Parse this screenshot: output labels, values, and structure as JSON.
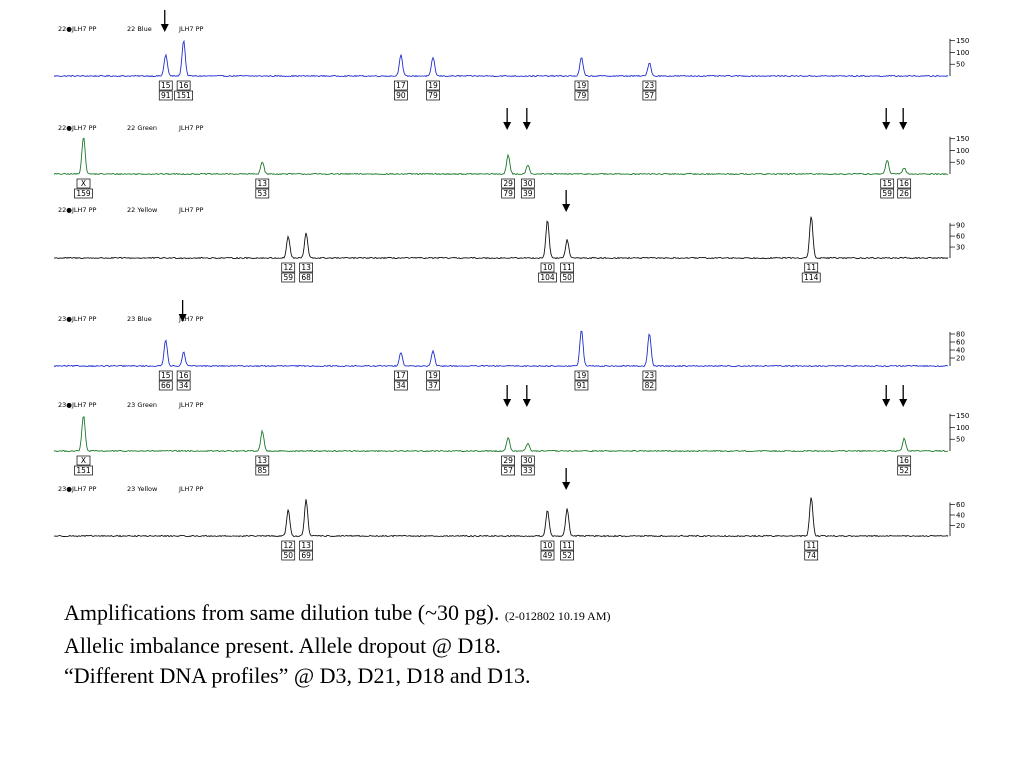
{
  "chart_data": [
    {
      "type": "line",
      "channel": "blue",
      "color": "#1f2fd0",
      "header": [
        "22●JLH7 PP",
        "22 Blue",
        "JLH7 PP"
      ],
      "y_ticks": [
        150,
        100,
        50
      ],
      "ylim": [
        0,
        170
      ],
      "x_range": [
        0,
        1000
      ],
      "peaks": [
        {
          "x": 125,
          "h": 91,
          "allele": "15",
          "size": "91",
          "arrow": true
        },
        {
          "x": 145,
          "h": 151,
          "allele": "16",
          "size": "151",
          "arrow": false
        },
        {
          "x": 388,
          "h": 90,
          "allele": "17",
          "size": "90",
          "arrow": false
        },
        {
          "x": 424,
          "h": 79,
          "allele": "19",
          "size": "79",
          "arrow": false
        },
        {
          "x": 590,
          "h": 79,
          "allele": "19",
          "size": "79",
          "arrow": false
        },
        {
          "x": 666,
          "h": 57,
          "allele": "23",
          "size": "57",
          "arrow": false
        }
      ]
    },
    {
      "type": "line",
      "channel": "green",
      "color": "#1a7a2a",
      "header": [
        "22●JLH7 PP",
        "22 Green",
        "JLH7 PP"
      ],
      "y_ticks": [
        150,
        100,
        50
      ],
      "ylim": [
        0,
        170
      ],
      "x_range": [
        0,
        1000
      ],
      "peaks": [
        {
          "x": 33,
          "h": 159,
          "allele": "X",
          "size": "159",
          "arrow": false
        },
        {
          "x": 233,
          "h": 53,
          "allele": "13",
          "size": "53",
          "arrow": false
        },
        {
          "x": 508,
          "h": 79,
          "allele": "29",
          "size": "79",
          "arrow": true
        },
        {
          "x": 530,
          "h": 39,
          "allele": "30",
          "size": "39",
          "arrow": true
        },
        {
          "x": 932,
          "h": 59,
          "allele": "15",
          "size": "59",
          "arrow": true
        },
        {
          "x": 951,
          "h": 26,
          "allele": "16",
          "size": "26",
          "arrow": true
        }
      ]
    },
    {
      "type": "line",
      "channel": "yellow",
      "color": "#111111",
      "header": [
        "22●JLH7 PP",
        "22 Yellow",
        "JLH7 PP"
      ],
      "y_ticks": [
        90,
        60,
        30
      ],
      "ylim": [
        0,
        115
      ],
      "x_range": [
        0,
        1000
      ],
      "peaks": [
        {
          "x": 262,
          "h": 59,
          "allele": "12",
          "size": "59",
          "arrow": false
        },
        {
          "x": 282,
          "h": 68,
          "allele": "13",
          "size": "68",
          "arrow": false
        },
        {
          "x": 552,
          "h": 104,
          "allele": "10",
          "size": "104",
          "arrow": false
        },
        {
          "x": 574,
          "h": 50,
          "allele": "11",
          "size": "50",
          "arrow": true
        },
        {
          "x": 847,
          "h": 114,
          "allele": "11",
          "size": "114",
          "arrow": false
        }
      ]
    },
    {
      "type": "line",
      "channel": "blue",
      "color": "#1f2fd0",
      "header": [
        "23●JLH7 PP",
        "23 Blue",
        "JLH7 PP"
      ],
      "y_ticks": [
        80,
        60,
        40,
        20
      ],
      "ylim": [
        0,
        100
      ],
      "x_range": [
        0,
        1000
      ],
      "peaks": [
        {
          "x": 125,
          "h": 66,
          "allele": "15",
          "size": "66",
          "arrow": false
        },
        {
          "x": 145,
          "h": 34,
          "allele": "16",
          "size": "34",
          "arrow": true
        },
        {
          "x": 388,
          "h": 34,
          "allele": "17",
          "size": "34",
          "arrow": false
        },
        {
          "x": 424,
          "h": 37,
          "allele": "19",
          "size": "37",
          "arrow": false
        },
        {
          "x": 590,
          "h": 91,
          "allele": "19",
          "size": "91",
          "arrow": false
        },
        {
          "x": 666,
          "h": 82,
          "allele": "23",
          "size": "82",
          "arrow": false
        }
      ]
    },
    {
      "type": "line",
      "channel": "green",
      "color": "#1a7a2a",
      "header": [
        "23●JLH7 PP",
        "23 Green",
        "JLH7 PP"
      ],
      "y_ticks": [
        150,
        100,
        50
      ],
      "ylim": [
        0,
        170
      ],
      "x_range": [
        0,
        1000
      ],
      "peaks": [
        {
          "x": 33,
          "h": 151,
          "allele": "X",
          "size": "151",
          "arrow": false
        },
        {
          "x": 233,
          "h": 85,
          "allele": "13",
          "size": "85",
          "arrow": false
        },
        {
          "x": 508,
          "h": 57,
          "allele": "29",
          "size": "57",
          "arrow": true
        },
        {
          "x": 530,
          "h": 33,
          "allele": "30",
          "size": "33",
          "arrow": true
        },
        {
          "x": 951,
          "h": 52,
          "allele": "16",
          "size": "52",
          "arrow": false
        }
      ],
      "extra_arrows": [
        932,
        951
      ]
    },
    {
      "type": "line",
      "channel": "yellow",
      "color": "#111111",
      "header": [
        "23●JLH7 PP",
        "23 Yellow",
        "JLH7 PP"
      ],
      "y_ticks": [
        60,
        40,
        20
      ],
      "ylim": [
        0,
        80
      ],
      "x_range": [
        0,
        1000
      ],
      "peaks": [
        {
          "x": 262,
          "h": 50,
          "allele": "12",
          "size": "50",
          "arrow": false
        },
        {
          "x": 282,
          "h": 69,
          "allele": "13",
          "size": "69",
          "arrow": false
        },
        {
          "x": 552,
          "h": 49,
          "allele": "10",
          "size": "49",
          "arrow": false
        },
        {
          "x": 574,
          "h": 52,
          "allele": "11",
          "size": "52",
          "arrow": true
        },
        {
          "x": 847,
          "h": 74,
          "allele": "11",
          "size": "74",
          "arrow": false
        }
      ]
    }
  ],
  "caption": {
    "line1": "Amplifications from same dilution tube (~30 pg).",
    "line1_small": "(2-012802 10.19 AM)",
    "line2": "Allelic imbalance present.  Allele dropout @ D18.",
    "line3": "“Different DNA profiles” @ D3, D21, D18 and D13."
  }
}
